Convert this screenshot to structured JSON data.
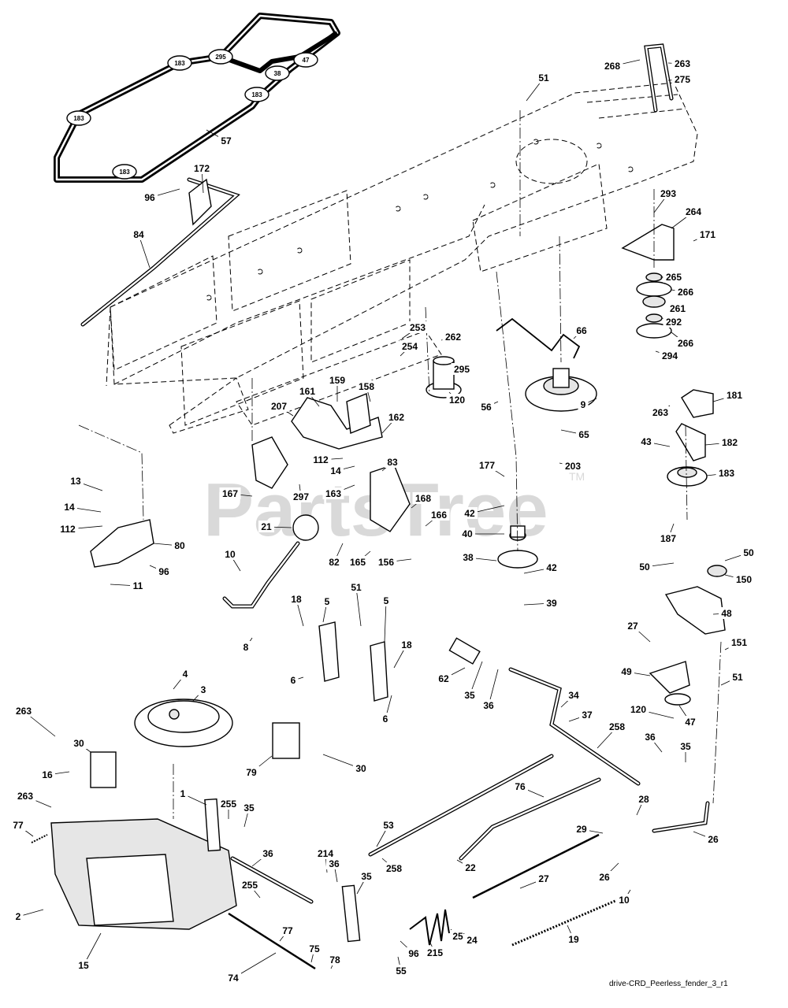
{
  "watermark": {
    "text": "PartsTree",
    "tm": "TM"
  },
  "footer": {
    "drawing_id": "drive-CRD_Peerless_fender_3_r1"
  },
  "belt_labels": [
    "183",
    "295",
    "47",
    "38",
    "183",
    "183",
    "183"
  ],
  "labels": [
    "57",
    "51",
    "268",
    "263",
    "275",
    "172",
    "96",
    "84",
    "293",
    "264",
    "171",
    "265",
    "266",
    "261",
    "292",
    "266",
    "294",
    "253",
    "254",
    "262",
    "66",
    "295",
    "120",
    "56",
    "9",
    "207",
    "161",
    "159",
    "158",
    "162",
    "263",
    "181",
    "65",
    "43",
    "182",
    "203",
    "112",
    "14",
    "83",
    "167",
    "297",
    "163",
    "177",
    "183",
    "168",
    "166",
    "42",
    "40",
    "187",
    "13",
    "14",
    "112",
    "80",
    "96",
    "11",
    "21",
    "82",
    "165",
    "156",
    "38",
    "42",
    "10",
    "39",
    "8",
    "50",
    "50",
    "150",
    "48",
    "27",
    "151",
    "51",
    "49",
    "120",
    "47",
    "18",
    "5",
    "51",
    "5",
    "18",
    "6",
    "6",
    "62",
    "35",
    "36",
    "34",
    "37",
    "258",
    "36",
    "35",
    "4",
    "3",
    "263",
    "30",
    "16",
    "79",
    "30",
    "263",
    "77",
    "2",
    "15",
    "1",
    "255",
    "35",
    "36",
    "214",
    "36",
    "35",
    "255",
    "77",
    "74",
    "75",
    "78",
    "76",
    "28",
    "26",
    "53",
    "258",
    "22",
    "29",
    "26",
    "10",
    "27",
    "215",
    "25",
    "24",
    "19",
    "55",
    "96",
    "26"
  ]
}
